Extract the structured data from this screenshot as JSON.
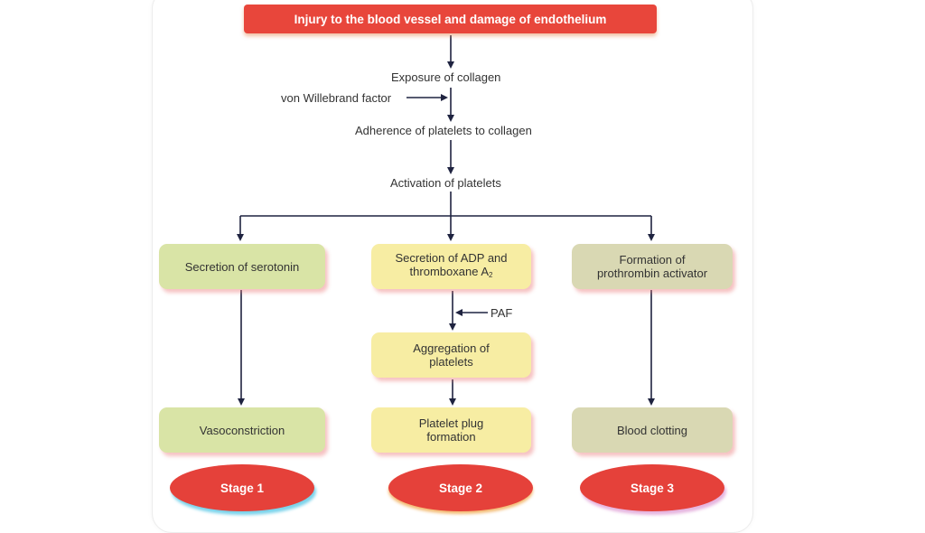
{
  "diagram": {
    "title": "Injury to the blood vessel and damage of endothelium",
    "steps": {
      "exposure": "Exposure of collagen",
      "vwf": "von Willebrand factor",
      "adherence": "Adherence of platelets to collagen",
      "activation": "Activation of platelets"
    },
    "branches": [
      {
        "first": "Secretion of serotonin",
        "result": "Vasoconstriction",
        "stage": "Stage 1"
      },
      {
        "first_line1": "Secretion of ADP and",
        "first_line2": "thromboxane A",
        "first_subscript": "2",
        "modifier": "PAF",
        "middle_line1": "Aggregation of",
        "middle_line2": "platelets",
        "result_line1": "Platelet plug",
        "result_line2": "formation",
        "stage": "Stage 2"
      },
      {
        "first_line1": "Formation of",
        "first_line2": "prothrombin activator",
        "result": "Blood clotting",
        "stage": "Stage 3"
      }
    ],
    "colors": {
      "title_red": "#e8463b",
      "stage_red": "#e5413a",
      "green_box": "#d9e4a6",
      "yellow_box": "#f7eda3",
      "khaki_box": "#d9d8b3",
      "arrow": "#1f2340"
    }
  }
}
